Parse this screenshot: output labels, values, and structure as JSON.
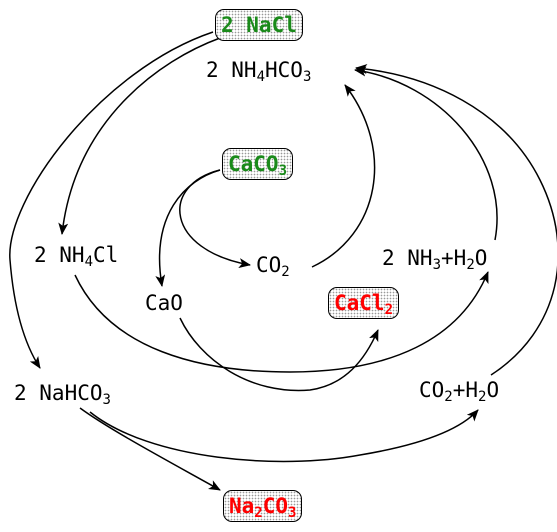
{
  "colors": {
    "reactant": "#1a8a1a",
    "product": "#ff0000",
    "neutral": "#000000",
    "arrow": "#000000"
  },
  "nodes": [
    {
      "id": "nacl",
      "role": "reactant",
      "boxed": true,
      "parts": [
        {
          "t": "2 NaCl"
        }
      ]
    },
    {
      "id": "nh4hco3",
      "role": "neutral",
      "boxed": false,
      "parts": [
        {
          "t": "2 NH"
        },
        {
          "s": "4"
        },
        {
          "t": "HCO"
        },
        {
          "s": "3"
        }
      ]
    },
    {
      "id": "caco3",
      "role": "reactant",
      "boxed": true,
      "parts": [
        {
          "t": "CaCO"
        },
        {
          "s": "3"
        }
      ]
    },
    {
      "id": "nh4cl",
      "role": "neutral",
      "boxed": false,
      "parts": [
        {
          "t": "2 NH"
        },
        {
          "s": "4"
        },
        {
          "t": "Cl"
        }
      ]
    },
    {
      "id": "co2",
      "role": "neutral",
      "boxed": false,
      "parts": [
        {
          "t": "CO"
        },
        {
          "s": "2"
        }
      ]
    },
    {
      "id": "nh3h2o",
      "role": "neutral",
      "boxed": false,
      "parts": [
        {
          "t": "2 NH"
        },
        {
          "s": "3"
        },
        {
          "t": "+H"
        },
        {
          "s": "2"
        },
        {
          "t": "O"
        }
      ]
    },
    {
      "id": "cao",
      "role": "neutral",
      "boxed": false,
      "parts": [
        {
          "t": "CaO"
        }
      ]
    },
    {
      "id": "cacl2",
      "role": "product",
      "boxed": true,
      "parts": [
        {
          "t": "CaCl"
        },
        {
          "s": "2"
        }
      ]
    },
    {
      "id": "nahco3",
      "role": "neutral",
      "boxed": false,
      "parts": [
        {
          "t": "2 NaHCO"
        },
        {
          "s": "3"
        }
      ]
    },
    {
      "id": "co2h2o",
      "role": "neutral",
      "boxed": false,
      "parts": [
        {
          "t": "CO"
        },
        {
          "s": "2"
        },
        {
          "t": "+H"
        },
        {
          "s": "2"
        },
        {
          "t": "O"
        }
      ]
    },
    {
      "id": "na2co3",
      "role": "product",
      "boxed": true,
      "parts": [
        {
          "t": "Na"
        },
        {
          "s": "2"
        },
        {
          "t": "CO"
        },
        {
          "s": "3"
        }
      ]
    }
  ],
  "arrows": [
    {
      "from": "nacl",
      "to": "nh4cl"
    },
    {
      "from": "nacl",
      "to": "nahco3"
    },
    {
      "from": "caco3",
      "to": "cao"
    },
    {
      "from": "caco3",
      "to": "co2"
    },
    {
      "from": "co2",
      "to": "nh4hco3"
    },
    {
      "from": "nh3h2o",
      "to": "nh4hco3"
    },
    {
      "from": "co2h2o",
      "to": "nh4hco3"
    },
    {
      "from": "nh4cl",
      "to": "nh3h2o"
    },
    {
      "from": "cao",
      "to": "cacl2"
    },
    {
      "from": "nahco3",
      "to": "na2co3"
    },
    {
      "from": "nahco3",
      "to": "co2h2o"
    }
  ]
}
